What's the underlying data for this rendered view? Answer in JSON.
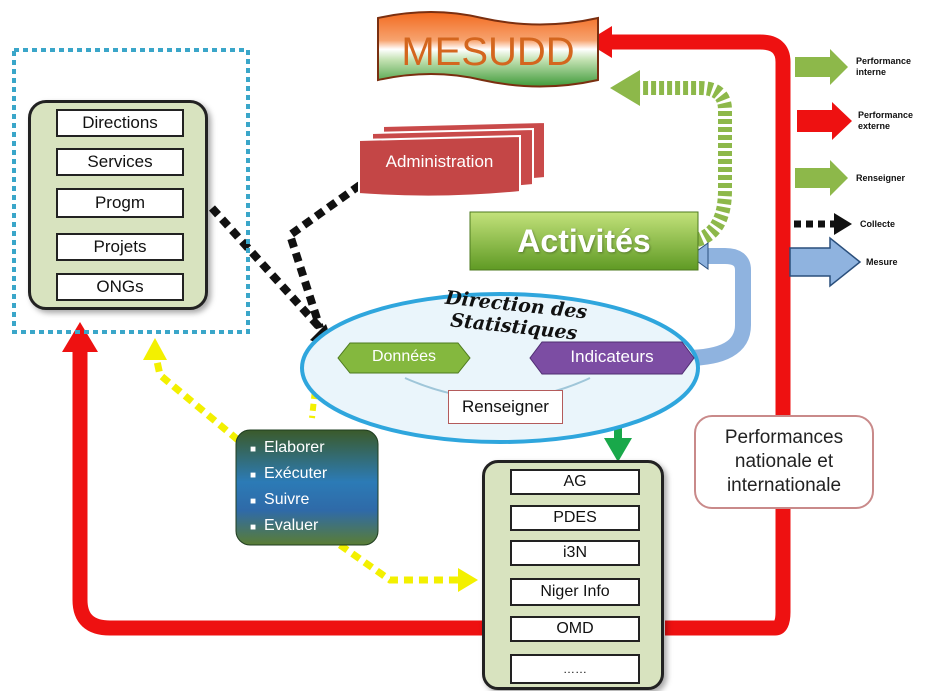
{
  "title": "MESUDD",
  "admin_label": "Administration",
  "activities_label": "Activités",
  "statistics_title": "Direction des Statistiques",
  "donnees_label": "Données",
  "indicateurs_label": "Indicateurs",
  "renseigner_label": "Renseigner",
  "performance_box": [
    "Performances",
    "nationale et",
    "internationale"
  ],
  "left_panel": {
    "items": [
      "Directions",
      "Services",
      "Progm",
      "Projets",
      "ONGs"
    ]
  },
  "bottom_panel": {
    "items": [
      "AG",
      "PDES",
      "i3N",
      "Niger Info",
      "OMD",
      "……"
    ]
  },
  "cycle_box": {
    "items": [
      "Elaborer",
      "Exécuter",
      "Suivre",
      "Evaluer"
    ]
  },
  "legend": [
    {
      "label": [
        "Performance",
        "interne"
      ],
      "style": "green-arrow"
    },
    {
      "label": [
        "Performance",
        "externe"
      ],
      "style": "red-arrow"
    },
    {
      "label": [
        "Renseigner"
      ],
      "style": "green-arrow"
    },
    {
      "label": [
        "Collecte"
      ],
      "style": "dotted-arrow"
    },
    {
      "label": [
        "Mesure"
      ],
      "style": "blue-arrow"
    }
  ],
  "colors": {
    "red": "#ee1111",
    "green": "#8db84a",
    "blue": "#8fb3df",
    "yellow": "#f3f000",
    "panel": "#d8e3bf",
    "teal_border": "#3aa6c9",
    "ellipse": "#2fa6dd"
  }
}
